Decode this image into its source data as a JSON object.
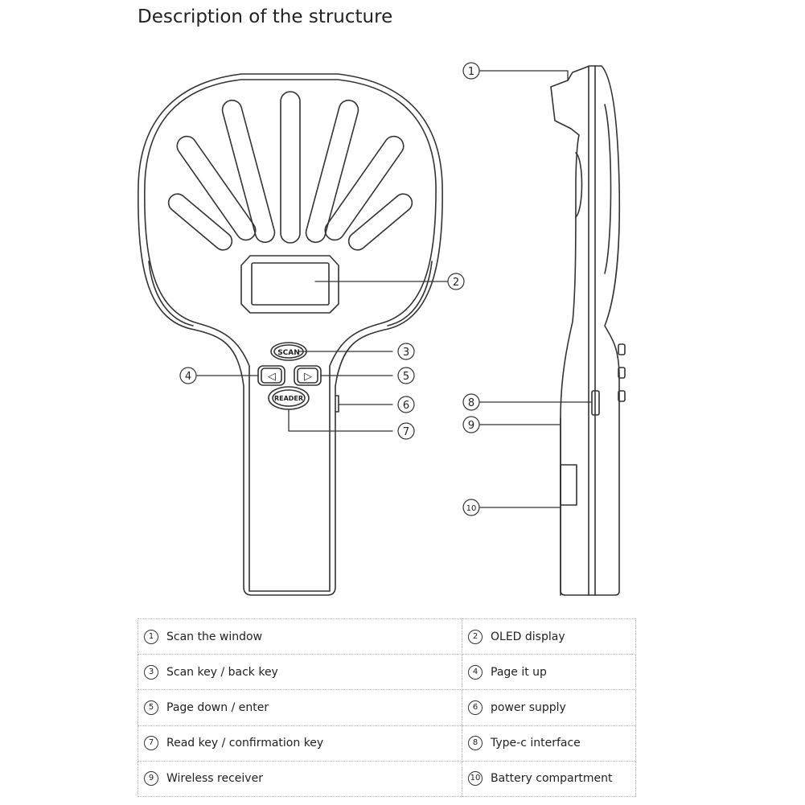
{
  "title": "Description of the structure",
  "device_labels": {
    "scan_key": "SCAN",
    "reader_key": "READER",
    "left_key": "◁",
    "right_key": "▷"
  },
  "callouts": [
    "1",
    "2",
    "3",
    "4",
    "5",
    "6",
    "7",
    "8",
    "9",
    "10"
  ],
  "legend": [
    {
      "num": "1",
      "text": "Scan the window"
    },
    {
      "num": "2",
      "text": "OLED display"
    },
    {
      "num": "3",
      "text": "Scan key / back key"
    },
    {
      "num": "4",
      "text": "Page it up"
    },
    {
      "num": "5",
      "text": "Page down / enter"
    },
    {
      "num": "6",
      "text": "power supply"
    },
    {
      "num": "7",
      "text": "Read key / confirmation key"
    },
    {
      "num": "8",
      "text": "Type-c interface"
    },
    {
      "num": "9",
      "text": "Wireless receiver"
    },
    {
      "num": "10",
      "text": "Battery compartment"
    }
  ]
}
